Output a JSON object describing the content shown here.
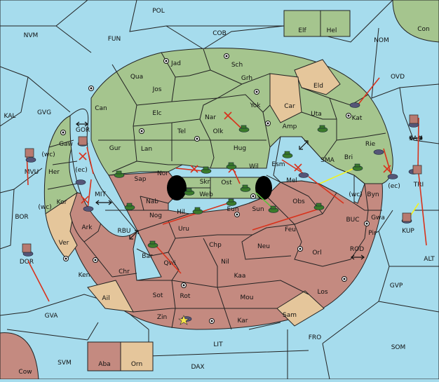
{
  "map": {
    "sea_labels": [
      {
        "id": "pol",
        "text": "POL"
      },
      {
        "id": "nvm",
        "text": "NVM"
      },
      {
        "id": "fun",
        "text": "FUN"
      },
      {
        "id": "cob",
        "text": "COB"
      },
      {
        "id": "nom",
        "text": "NOM"
      },
      {
        "id": "con",
        "text": "Con"
      },
      {
        "id": "ovd",
        "text": "OVD"
      },
      {
        "id": "kal",
        "text": "KAL"
      },
      {
        "id": "gvg",
        "text": "GVG"
      },
      {
        "id": "gor",
        "text": "GOR"
      },
      {
        "id": "bor",
        "text": "BOR"
      },
      {
        "id": "mit",
        "text": "MIT"
      },
      {
        "id": "rbu",
        "text": "RBU"
      },
      {
        "id": "sma",
        "text": "SMA"
      },
      {
        "id": "buc",
        "text": "BUC"
      },
      {
        "id": "rod",
        "text": "ROD"
      },
      {
        "id": "alt",
        "text": "ALT"
      },
      {
        "id": "gvp",
        "text": "GVP"
      },
      {
        "id": "gva",
        "text": "GVA"
      },
      {
        "id": "fro",
        "text": "FRO"
      },
      {
        "id": "lit",
        "text": "LIT"
      },
      {
        "id": "som",
        "text": "SOM"
      },
      {
        "id": "svm",
        "text": "SVM"
      },
      {
        "id": "dax",
        "text": "DAX"
      },
      {
        "id": "cow",
        "text": "Cow"
      }
    ],
    "green_labels": [
      {
        "id": "elf",
        "text": "Elf"
      },
      {
        "id": "hel",
        "text": "Hel"
      },
      {
        "id": "jad",
        "text": "Jad"
      },
      {
        "id": "sch",
        "text": "Sch"
      },
      {
        "id": "qua",
        "text": "Qua"
      },
      {
        "id": "jos",
        "text": "Jos"
      },
      {
        "id": "grh",
        "text": "Grh"
      },
      {
        "id": "can",
        "text": "Can"
      },
      {
        "id": "elc",
        "text": "Elc"
      },
      {
        "id": "yok",
        "text": "Yok"
      },
      {
        "id": "nar",
        "text": "Nar"
      },
      {
        "id": "uta",
        "text": "Uta"
      },
      {
        "id": "kat",
        "text": "Kat"
      },
      {
        "id": "tel",
        "text": "Tel"
      },
      {
        "id": "olk",
        "text": "Olk"
      },
      {
        "id": "amp",
        "text": "Amp"
      },
      {
        "id": "gaw",
        "text": "Gaw"
      },
      {
        "id": "gur",
        "text": "Gur"
      },
      {
        "id": "lan",
        "text": "Lan"
      },
      {
        "id": "hug",
        "text": "Hug"
      },
      {
        "id": "rie",
        "text": "Rie"
      },
      {
        "id": "nor",
        "text": "Nor"
      },
      {
        "id": "esm",
        "text": "Esm"
      },
      {
        "id": "her",
        "text": "Her"
      },
      {
        "id": "sap",
        "text": "Sap"
      },
      {
        "id": "skr",
        "text": "Skr"
      },
      {
        "id": "wil",
        "text": "Wil"
      },
      {
        "id": "kor",
        "text": "Kor"
      }
    ],
    "red_labels": [
      {
        "id": "bri",
        "text": "Bri"
      },
      {
        "id": "mel",
        "text": "Mel"
      },
      {
        "id": "ost",
        "text": "Ost"
      },
      {
        "id": "web",
        "text": "Web"
      },
      {
        "id": "nab",
        "text": "Nab"
      },
      {
        "id": "byn",
        "text": "Byn"
      },
      {
        "id": "eun",
        "text": "Eun"
      },
      {
        "id": "sun",
        "text": "Sun"
      },
      {
        "id": "obs",
        "text": "Obs"
      },
      {
        "id": "nog",
        "text": "Nog"
      },
      {
        "id": "hil",
        "text": "Hil"
      },
      {
        "id": "gwa",
        "text": "Gwa"
      },
      {
        "id": "ark",
        "text": "Ark"
      },
      {
        "id": "uru",
        "text": "Uru"
      },
      {
        "id": "feu",
        "text": "Feu"
      },
      {
        "id": "pir",
        "text": "Pir"
      },
      {
        "id": "chp",
        "text": "Chp"
      },
      {
        "id": "neu",
        "text": "Neu"
      },
      {
        "id": "orl",
        "text": "Orl"
      },
      {
        "id": "bar",
        "text": "Bar"
      },
      {
        "id": "qwi",
        "text": "Qwi"
      },
      {
        "id": "nil",
        "text": "Nil"
      },
      {
        "id": "ken",
        "text": "Ken"
      },
      {
        "id": "chr",
        "text": "Chr"
      },
      {
        "id": "kaa",
        "text": "Kaa"
      },
      {
        "id": "sot",
        "text": "Sot"
      },
      {
        "id": "rot",
        "text": "Rot"
      },
      {
        "id": "mou",
        "text": "Mou"
      },
      {
        "id": "los",
        "text": "Los"
      },
      {
        "id": "zin",
        "text": "Zin"
      },
      {
        "id": "kar",
        "text": "Kar"
      },
      {
        "id": "aba",
        "text": "Aba"
      }
    ],
    "neutral_labels": [
      {
        "id": "eld",
        "text": "Eld"
      },
      {
        "id": "car",
        "text": "Car"
      },
      {
        "id": "ver",
        "text": "Ver"
      },
      {
        "id": "ail",
        "text": "Ail"
      },
      {
        "id": "sam",
        "text": "Sam"
      },
      {
        "id": "orn",
        "text": "Orn"
      }
    ],
    "coast_labels": [
      {
        "id": "wc1",
        "text": "(wc)"
      },
      {
        "id": "ec1",
        "text": "(ec)"
      },
      {
        "id": "wc2",
        "text": "(wc)"
      },
      {
        "id": "wc3",
        "text": "(wc)"
      },
      {
        "id": "ec2",
        "text": "(ec)"
      }
    ],
    "special_labels": [
      {
        "id": "mvu",
        "text": "MVU"
      },
      {
        "id": "sam2",
        "text": "SAM"
      },
      {
        "id": "tri",
        "text": "TRI"
      },
      {
        "id": "kup",
        "text": "KUP"
      },
      {
        "id": "dor",
        "text": "DOR"
      }
    ],
    "colors": {
      "sea": "#a6dced",
      "green": "#a5c58e",
      "red": "#c48a80",
      "neutral": "#e5c69b",
      "move_order": "#d8321c",
      "support_order": "#f2f21f"
    }
  }
}
